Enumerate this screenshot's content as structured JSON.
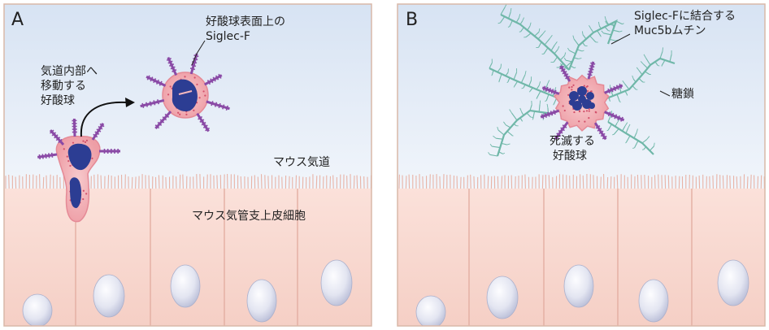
{
  "panels": [
    {
      "letter": "A",
      "labels": {
        "siglec_on_eos_line1": "好酸球表面上の",
        "siglec_on_eos_line2": "Siglec-F",
        "migrating_line1": "気道内部へ",
        "migrating_line2": "移動する",
        "migrating_line3": "好酸球",
        "mouse_airway": "マウス気道",
        "epithelial_cells": "マウス気管支上皮細胞"
      }
    },
    {
      "letter": "B",
      "labels": {
        "muc_line1": "Siglec-Fに結合する",
        "muc_line2": "Muc5bムチン",
        "glycan": "糖鎖",
        "dying_line1": "死滅する",
        "dying_line2": "好酸球"
      }
    }
  ],
  "colors": {
    "panel_border": "#d9b8a8",
    "sky_top": "#dde7f4",
    "epithelium": "#f6d0c6",
    "cilia": "#e8b3a6",
    "eosinophil_body": "#f4b8bd",
    "nucleus": "#2c3d93",
    "siglec": "#8a4aa6",
    "mucin": "#6fb7a8",
    "cell_nucleus": "#c9cce0"
  }
}
